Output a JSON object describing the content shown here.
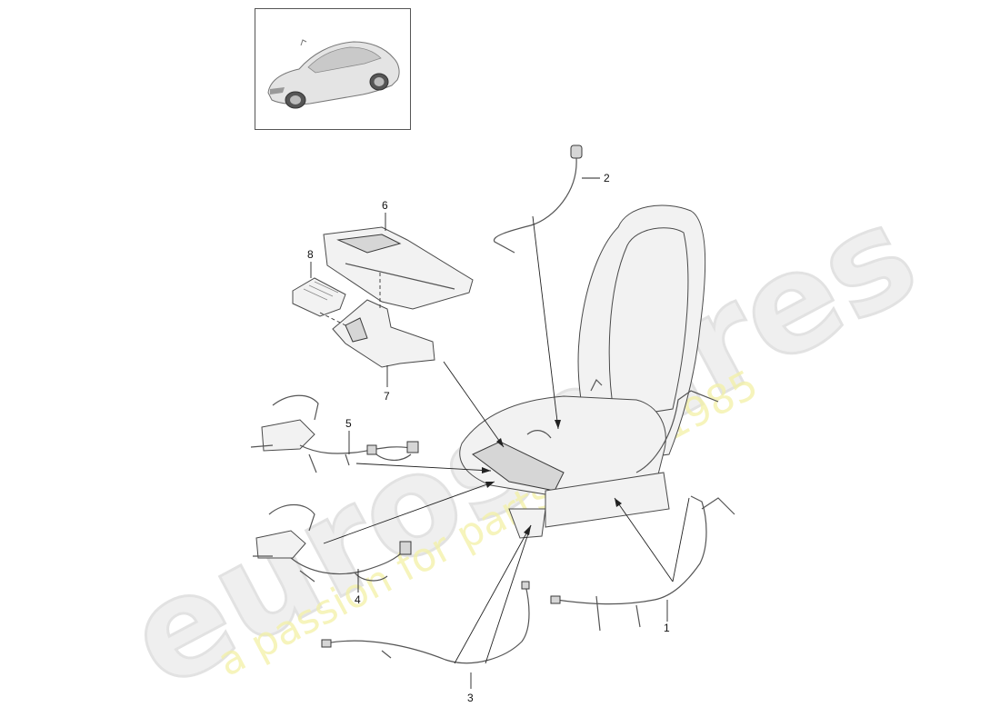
{
  "watermark": {
    "brand": "eurospares",
    "tagline": "a passion for parts since 1985"
  },
  "callouts": [
    {
      "id": "1",
      "label": "1"
    },
    {
      "id": "2",
      "label": "2"
    },
    {
      "id": "3",
      "label": "3"
    },
    {
      "id": "4",
      "label": "4"
    },
    {
      "id": "5",
      "label": "5"
    },
    {
      "id": "6",
      "label": "6"
    },
    {
      "id": "7",
      "label": "7"
    },
    {
      "id": "8",
      "label": "8"
    }
  ],
  "colors": {
    "line": "#222222",
    "watermark_text": "#e2e2e2",
    "tagline": "#f3f1a6"
  }
}
